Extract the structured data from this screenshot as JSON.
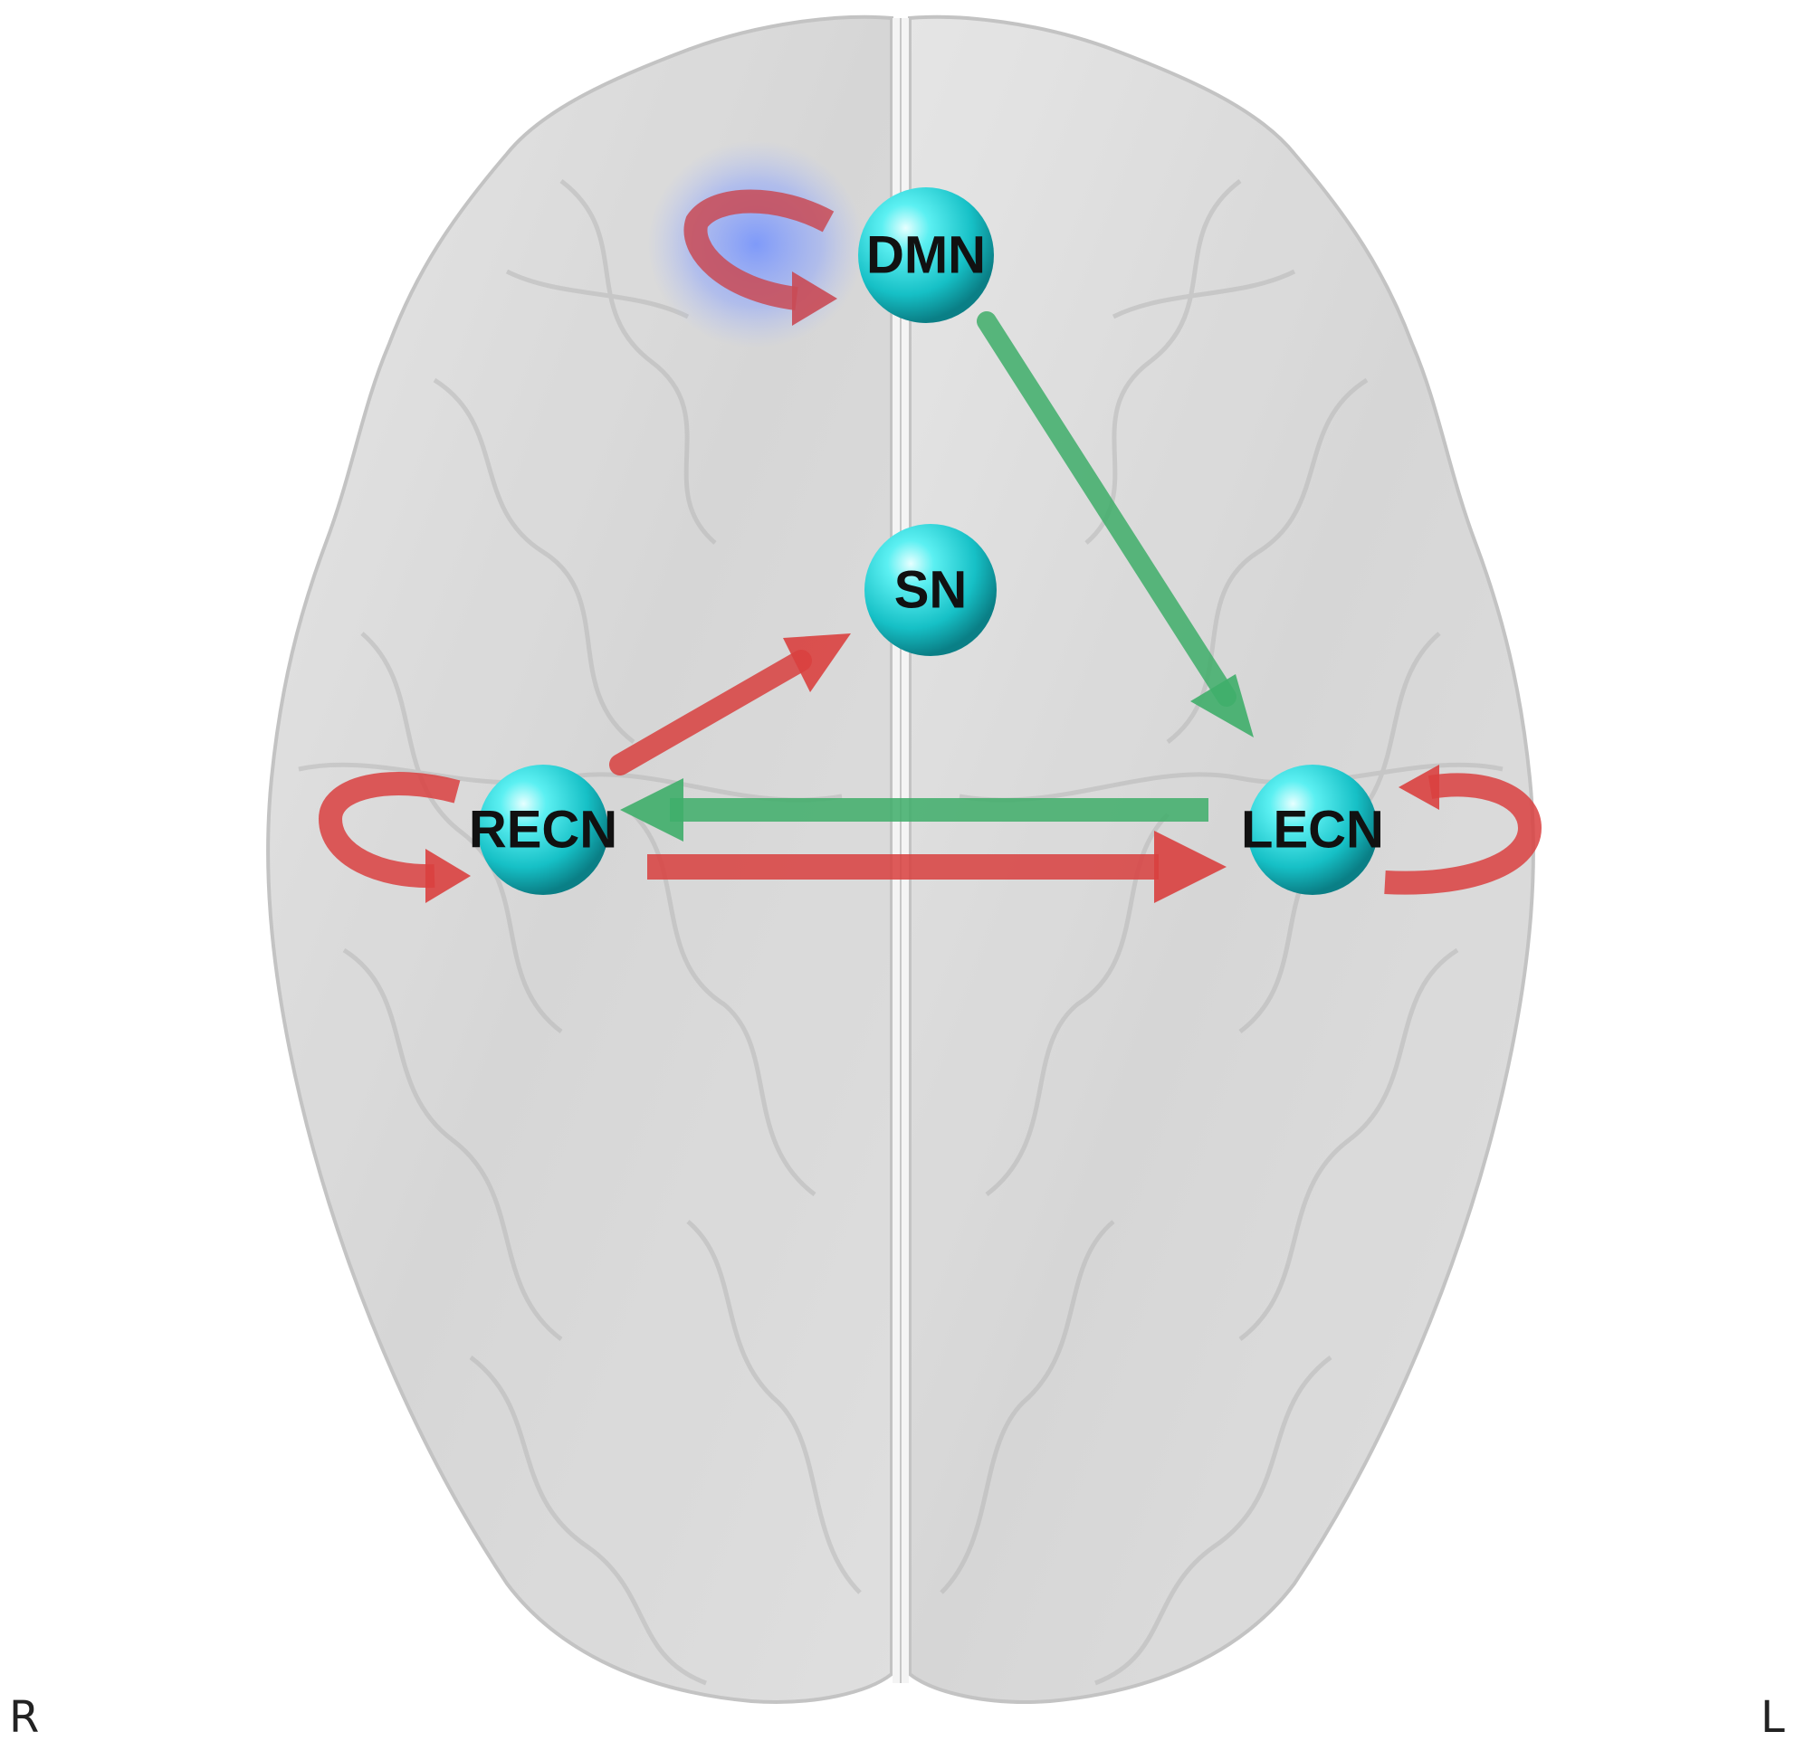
{
  "diagram": {
    "nodes": [
      {
        "id": "dmn",
        "label": "DMN"
      },
      {
        "id": "sn",
        "label": "SN"
      },
      {
        "id": "recn",
        "label": "RECN"
      },
      {
        "id": "lecn",
        "label": "LECN"
      }
    ],
    "edges": [
      {
        "from": "dmn",
        "to": "lecn",
        "color": "green"
      },
      {
        "from": "lecn",
        "to": "recn",
        "color": "green"
      },
      {
        "from": "recn",
        "to": "sn",
        "color": "red"
      },
      {
        "from": "recn",
        "to": "lecn",
        "color": "red"
      }
    ],
    "self_loops": [
      {
        "node": "dmn",
        "color": "red",
        "highlight": "blue"
      },
      {
        "node": "recn",
        "color": "red"
      },
      {
        "node": "lecn",
        "color": "red"
      }
    ]
  },
  "orientation": {
    "right": "R",
    "left": "L"
  },
  "colors": {
    "node": "#1fd3d8",
    "red_arrow": "#d9403f",
    "green_arrow": "#3fae6a",
    "highlight": "#6f8fff",
    "brain": "#d9d9d9"
  }
}
